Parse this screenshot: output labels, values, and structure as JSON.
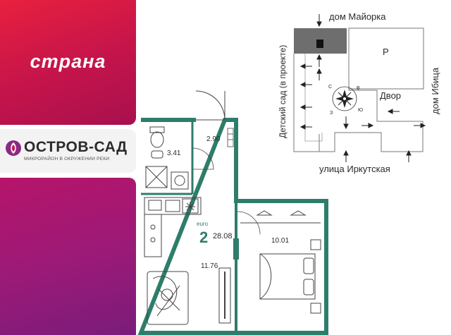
{
  "brand": {
    "logo_text": "страна"
  },
  "project": {
    "name": "ОСТРОВ-САД",
    "subtitle": "МИКРОРАЙОН В ОКРУЖЕНИИ РЕКИ"
  },
  "apartment": {
    "type_label": "euro",
    "rooms": "2",
    "total_area": "28.08",
    "rooms_list": [
      {
        "id": "bathroom",
        "area": "3.41"
      },
      {
        "id": "hall",
        "area": "2.90"
      },
      {
        "id": "kitchen-living",
        "area": "11.76"
      },
      {
        "id": "bedroom",
        "area": "10.01"
      }
    ]
  },
  "site_plan": {
    "top_label": "дом Майорка",
    "left_label": "Детский сад (в проекте)",
    "right_label": "дом Ибица",
    "bottom_label": "улица Иркутская",
    "yard_label": "Двор",
    "parking_label": "Р",
    "compass": [
      "С",
      "В",
      "Ю",
      "З"
    ]
  },
  "colors": {
    "brand_red": "#d81b45",
    "brand_purple": "#9a1a78",
    "wall_green": "#2e7d6b",
    "site_block": "#6e6e6e"
  }
}
